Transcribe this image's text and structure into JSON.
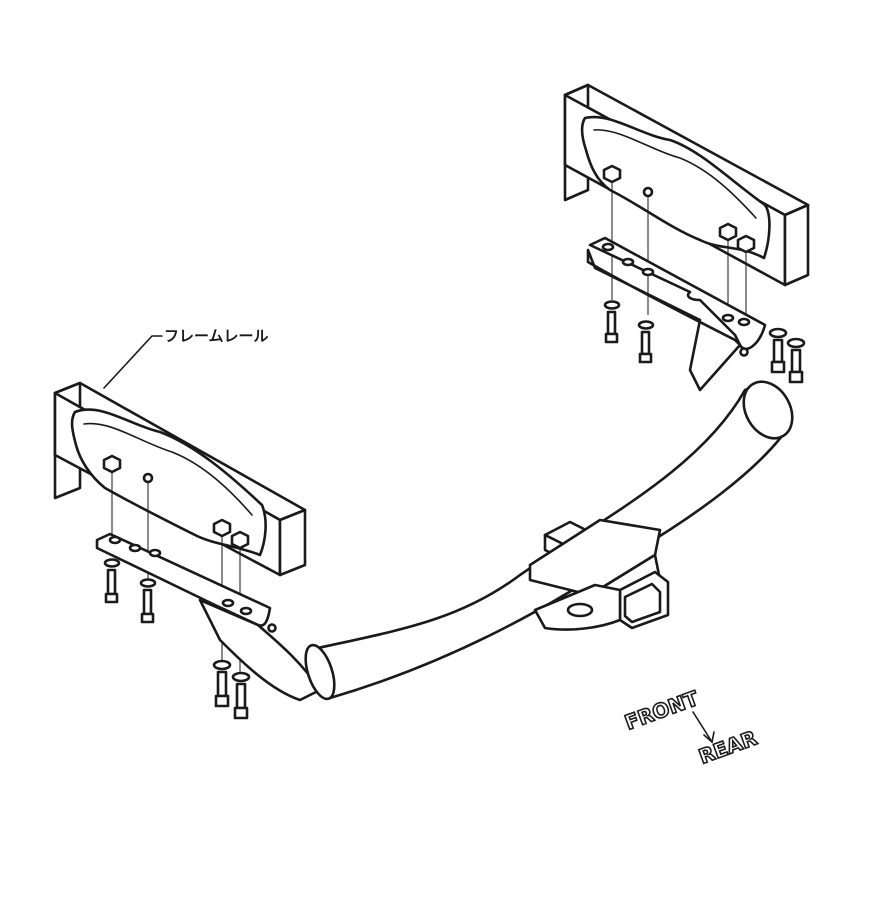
{
  "labels": {
    "frame_rail": "フレームレール",
    "front": "FRONT",
    "rear": "REAR"
  },
  "colors": {
    "line": "#1a1a1a",
    "background": "#ffffff"
  }
}
